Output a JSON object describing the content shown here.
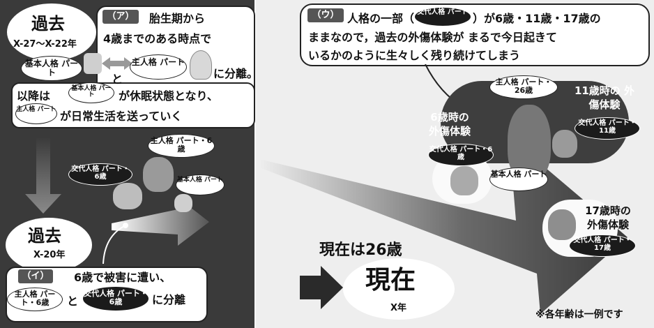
{
  "past1": {
    "title": "過去",
    "range": "X-27〜X-22年",
    "tag": "（ア）",
    "line1": "胎生期から",
    "line2": "4歳までのある時点で",
    "base_pill": "基本人格 パート",
    "to": "と",
    "main_pill": "主人格 パート",
    "split": "に分離。",
    "after1": "以降は",
    "base_small": "基本人格 パート",
    "dormant": "が休眠状態となり、",
    "main_small": "主人格 パート",
    "daily": "が日常生活を送っていく"
  },
  "scene6": {
    "main_label": "主人格 パート・6歳",
    "alt_label": "交代人格 パート・6歳",
    "base_label": "基本人格 パート"
  },
  "past2": {
    "title": "過去",
    "range": "X-20年",
    "tag": "（イ）",
    "line1": "6歳で被害に遭い、",
    "main_pill": "主人格 パート・6歳",
    "to": "と",
    "alt_pill": "交代人格 パート・6歳",
    "split": "に分離"
  },
  "present": {
    "headline": "現在は26歳",
    "title": "現在",
    "year": "X年"
  },
  "explanation": {
    "tag": "（ウ）",
    "part1": "人格の一部（",
    "alt_pill": "交代人格 パート",
    "part2": "）が6歳・11歳・17歳の",
    "line2": "ままなので，過去の外傷体験が まるで今日起きて",
    "line3": "いるかのように生々しく残り続けてしまう"
  },
  "trauma": {
    "main_label": "主人格 パート・26歳",
    "base_label": "基本人格 パート",
    "t6_title": "6歳時の 外傷体験",
    "t6_pill": "交代人格 パート・6歳",
    "t11_title": "11歳時の 外傷体験",
    "t11_pill": "交代人格 パート・11歳",
    "t17_title": "17歳時の 外傷体験",
    "t17_pill": "交代人格 パート・17歳"
  },
  "footnote": "※各年齢は一例です",
  "colors": {
    "dark_panel": "#3a3a3a",
    "background": "#eeeeee",
    "tag": "#555555"
  }
}
